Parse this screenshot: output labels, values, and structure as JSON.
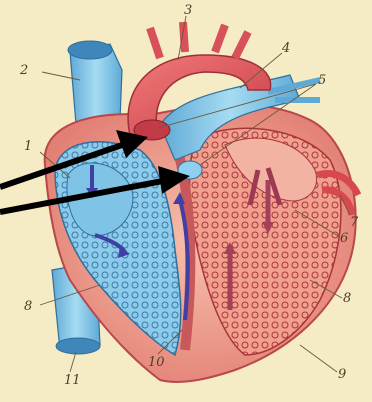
{
  "diagram": {
    "labels": [
      "1",
      "2",
      "3",
      "4",
      "5",
      "6",
      "7",
      "8",
      "8",
      "9",
      "10",
      "11"
    ]
  },
  "colors": {
    "background": "#f5ebc4",
    "venous_blue": "#7fc3e6",
    "arterial_red": "#e0525a",
    "muscle": "#f0a38e",
    "arrow_blue": "#3f3fa5",
    "arrow_red": "#a4405a",
    "pointer": "#000000",
    "label_text": "#4a3d2a"
  }
}
